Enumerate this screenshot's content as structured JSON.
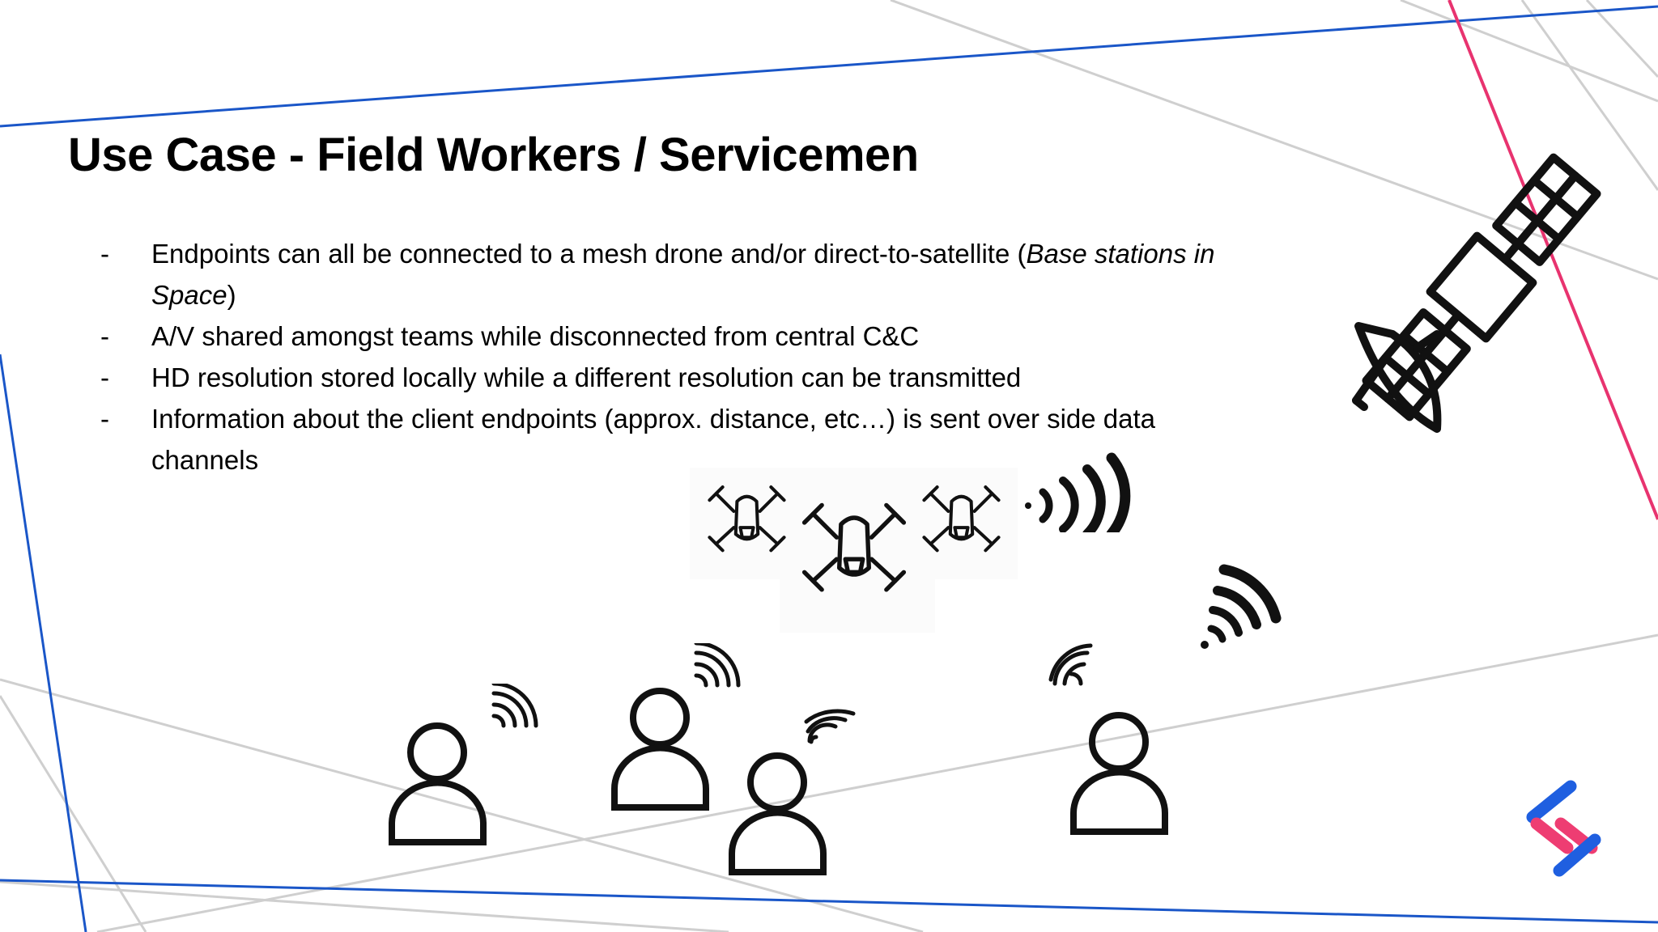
{
  "slide": {
    "title": "Use Case - Field Workers / Servicemen",
    "bullet_marker": "-",
    "bullets": [
      {
        "text": "Endpoints can all be connected to a mesh drone and/or direct-to-satellite (",
        "italic": "Base stations in Space",
        "tail": ")"
      },
      {
        "text": "A/V shared amongst teams while disconnected from central C&C"
      },
      {
        "text": "HD resolution stored locally while a different resolution can be transmitted"
      },
      {
        "text": "Information about the client endpoints (approx. distance, etc…) is  sent over side data channels"
      }
    ],
    "icons": [
      "satellite-icon",
      "drone-icon",
      "person-icon",
      "wifi-signal-icon",
      "brand-logo-icon"
    ],
    "colors": {
      "accent_blue": "#1a56c8",
      "accent_pink": "#e8336f",
      "line_gray": "#cfcfcf",
      "icon_black": "#111111",
      "logo_blue": "#1f5fe0",
      "logo_pink": "#ee3d72"
    }
  }
}
